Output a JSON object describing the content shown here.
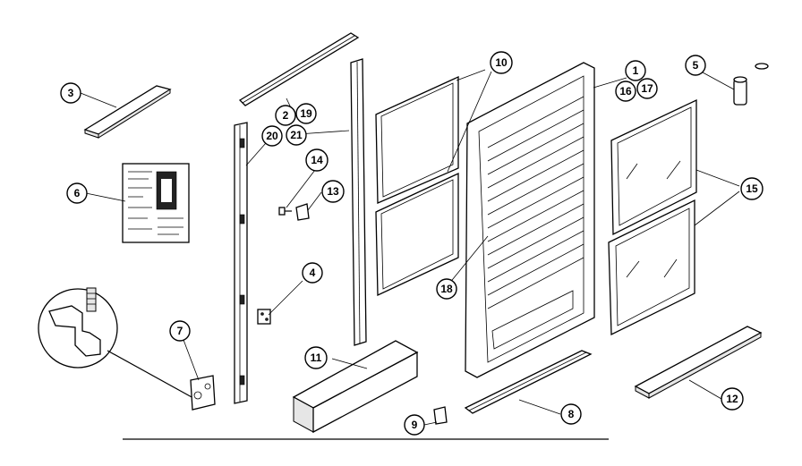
{
  "callouts": [
    {
      "label": "1"
    },
    {
      "label": "2"
    },
    {
      "label": "3"
    },
    {
      "label": "4"
    },
    {
      "label": "5"
    },
    {
      "label": "6"
    },
    {
      "label": "7"
    },
    {
      "label": "8"
    },
    {
      "label": "9"
    },
    {
      "label": "10"
    },
    {
      "label": "11"
    },
    {
      "label": "12"
    },
    {
      "label": "13"
    },
    {
      "label": "14"
    },
    {
      "label": "15"
    },
    {
      "label": "16"
    },
    {
      "label": "17"
    },
    {
      "label": "18"
    },
    {
      "label": "19"
    },
    {
      "label": "20"
    },
    {
      "label": "21"
    }
  ],
  "colors": {
    "line": "#000000",
    "background": "#ffffff"
  }
}
